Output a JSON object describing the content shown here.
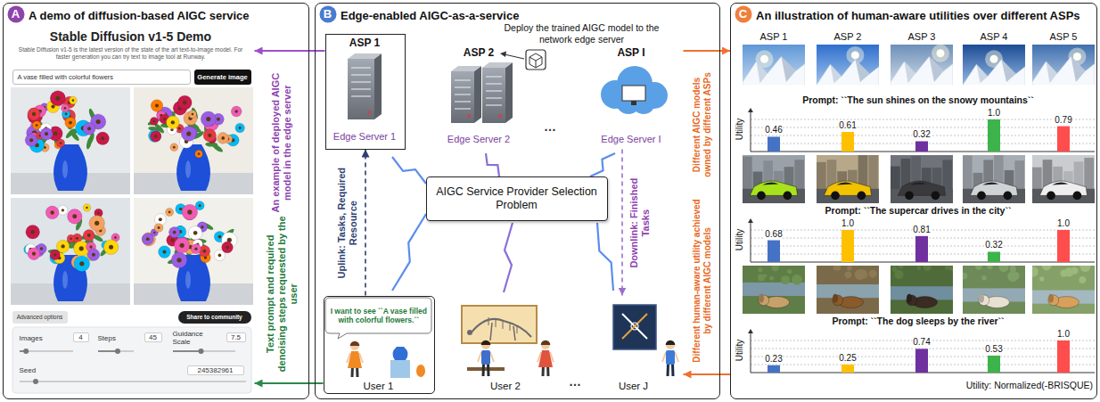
{
  "diagram": {
    "nodes": [
      {
        "text": [
          "A demo of diffusion-based AIGC service"
        ]
      },
      {
        "text": [
          "A"
        ],
        "in": 0
      },
      {
        "text": [
          "Stable Diffusion v1-5 Demo",
          "Stable Diffusion v1-5 is the latest version of the state of the art text-to-image model. For faster generation you can try text to image tool at Runway."
        ],
        "in": 0
      },
      {
        "text": [
          "A vase filled with colorful flowers"
        ],
        "in": 2
      },
      {
        "text": [
          "Generate image"
        ],
        "in": 2
      },
      {
        "text": [
          "Advanced options"
        ],
        "in": 2
      },
      {
        "text": [
          "Share to community"
        ],
        "in": 2
      },
      {
        "text": [
          "Images",
          "4",
          "Steps",
          "45",
          "Guidance Scale",
          "7.5",
          "Seed",
          "245382961"
        ],
        "in": 2
      },
      {
        "text": [
          "Edge-enabled AIGC-as-a-service"
        ]
      },
      {
        "text": [
          "B"
        ],
        "in": 8
      },
      {
        "text": [
          "ASP 1",
          "Edge Server 1"
        ],
        "in": 8
      },
      {
        "text": [
          "ASP 2",
          "Edge Server 2"
        ],
        "in": 8
      },
      {
        "text": [
          "ASP I",
          "Edge Server I"
        ],
        "in": 8
      },
      {
        "text": [
          "AIGC Service Provider Selection Problem"
        ],
        "in": 8
      },
      {
        "text": [
          "User 1"
        ],
        "in": 8
      },
      {
        "text": [
          "I want to see ``A vase filled with colorful flowers.``"
        ],
        "in": 14
      },
      {
        "text": [
          "User 2"
        ],
        "in": 8
      },
      {
        "text": [
          "User J"
        ],
        "in": 8
      },
      {
        "text": [
          "An illustration of human-aware utilities over different ASPs"
        ]
      },
      {
        "text": [
          "C"
        ],
        "in": 18
      }
    ],
    "edges": [
      {
        "from": 10,
        "to": 2,
        "arrow": "to"
      },
      {
        "from": 14,
        "to": 2,
        "arrow": "to"
      },
      {
        "from": 12,
        "to": 18,
        "arrow": "to"
      },
      {
        "from": 18,
        "to": 17,
        "arrow": "to"
      },
      {
        "from": 14,
        "to": 10,
        "arrow": "to"
      },
      {
        "from": 12,
        "to": 17,
        "arrow": "to"
      }
    ],
    "labels": [
      "An example of deployed AIGC model in the edge server",
      "Text prompt and required denoising steps requested by the user",
      "Deploy the trained AIGC model to the network edge server",
      "…",
      "Uplink: Tasks, Required Resource",
      "Downlink: Finished Tasks",
      "…",
      "Different AIGC models owned by different ASPs",
      "Different human-aware utility achieved by different AIGC models",
      "ASP 1",
      "ASP 2",
      "ASP 3",
      "ASP 4",
      "ASP 5",
      "Prompt: ``The sun shines on the snowy mountains``",
      "Utility",
      "0.46",
      "0.61",
      "0.32",
      "1.0",
      "0.79",
      "Prompt: ``The supercar drives in the city``",
      "Utility",
      "0.68",
      "1.0",
      "0.81",
      "0.32",
      "1.0",
      "Prompt: ``The dog sleeps by the river``",
      "Utility",
      "0.23",
      "0.25",
      "0.74",
      "0.53",
      "1.0",
      "Utility: Normalized(-BRISQUE)"
    ]
  }
}
